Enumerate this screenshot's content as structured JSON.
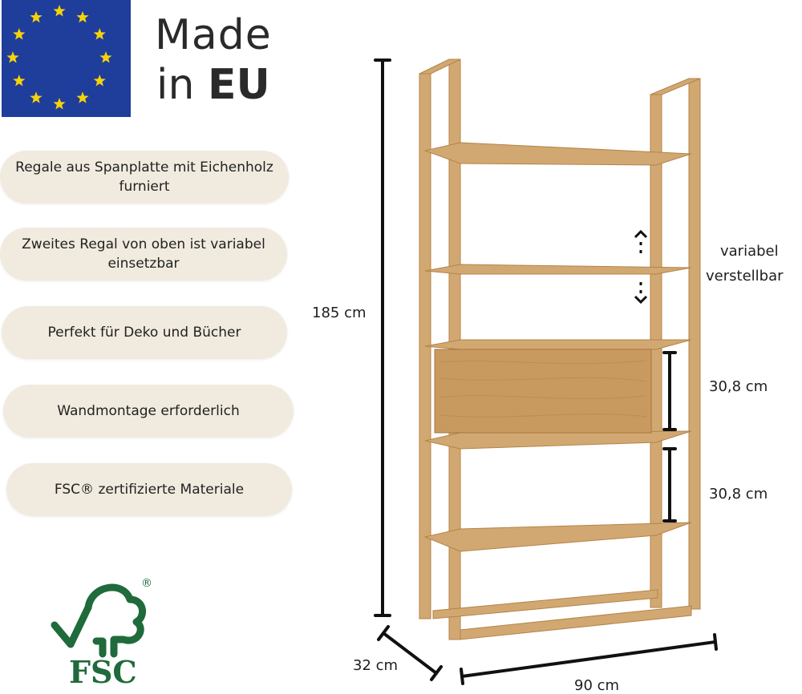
{
  "badge": {
    "made_word": "Made",
    "in_word": "in",
    "eu_word": "EU",
    "flag_colors": {
      "field": "#1f3d9a",
      "stars": "#f5d20a"
    },
    "star_count": 12
  },
  "features": [
    {
      "text": "Regale aus Spanplatte mit Eichenholz furniert"
    },
    {
      "text": "Zweites Regal von oben ist variabel einsetzbar"
    },
    {
      "text": "Perfekt für Deko und Bücher"
    },
    {
      "text": "Wandmontage erforderlich"
    },
    {
      "text": "FSC® zertifizierte Materiale"
    }
  ],
  "certification": {
    "label": "FSC",
    "registered": "®",
    "color": "#1f6b3b"
  },
  "dimensions": {
    "height": "185 cm",
    "depth": "32 cm",
    "width": "90 cm",
    "shelf_gap_1": "30,8 cm",
    "shelf_gap_2": "30,8 cm",
    "adjustable_line1": "variabel",
    "adjustable_line2": "verstellbar"
  },
  "colors": {
    "pill_bg": "#f1ebdf",
    "wood_light": "#d9b07a",
    "wood_mid": "#c8955a",
    "wood_dark": "#a8743c"
  }
}
